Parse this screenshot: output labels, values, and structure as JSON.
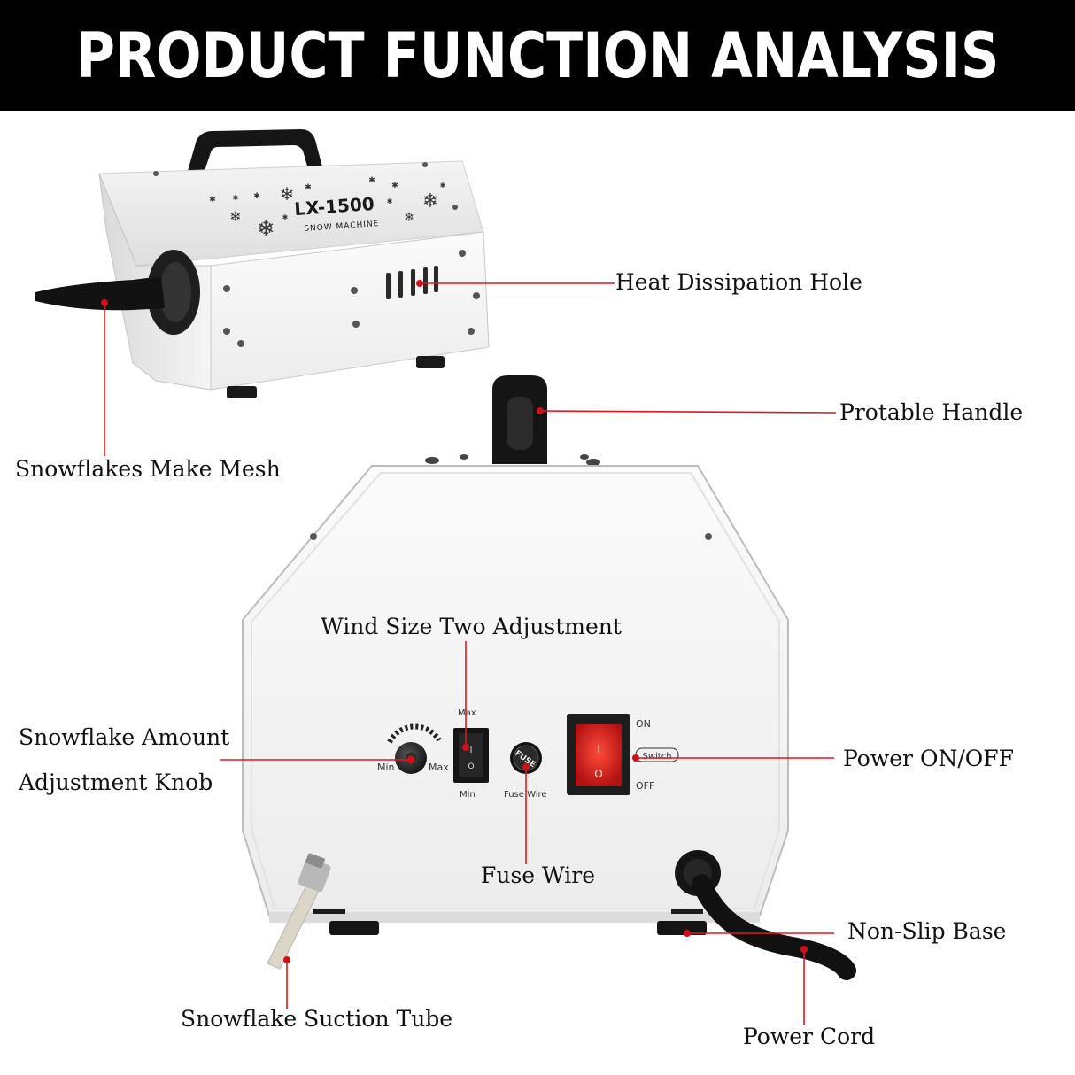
{
  "banner": {
    "title": "PRODUCT FUNCTION ANALYSIS"
  },
  "machine": {
    "model": "LX-1500",
    "subtitle": "SNOW MACHINE"
  },
  "panel": {
    "knob_min": "Min",
    "knob_max": "Max",
    "rocker_max": "Max",
    "rocker_min": "Min",
    "rocker_on_glyph": "I",
    "rocker_off_glyph": "O",
    "fuse_cap": "FUSE",
    "fuse_label": "Fuse Wire",
    "power_on": "ON",
    "power_off": "OFF",
    "power_switch": "Switch"
  },
  "callouts": {
    "heat_dissipation_hole": "Heat Dissipation Hole",
    "snowflakes_make_mesh": "Snowflakes Make Mesh",
    "protable_handle": "Protable Handle",
    "wind_size": "Wind Size Two Adjustment",
    "snowflake_amount_line1": "Snowflake Amount",
    "snowflake_amount_line2": "Adjustment Knob",
    "power_onoff": "Power ON/OFF",
    "fuse_wire": "Fuse Wire",
    "non_slip_base": "Non-Slip Base",
    "suction_tube": "Snowflake Suction Tube",
    "power_cord": "Power Cord"
  },
  "colors": {
    "banner": "#000000",
    "leader_line": "#e8141c",
    "dot": "#d01018",
    "body_white": "#f2f2f2",
    "edge_grey": "#c8c8c8",
    "switch_red": "#d81e1e"
  }
}
